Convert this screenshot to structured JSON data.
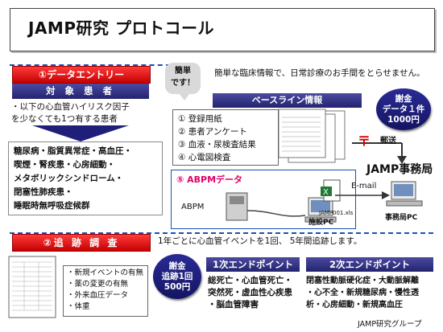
{
  "title": "JAMP研究 プロトコール",
  "section1": {
    "header": "①データエントリー",
    "subheader": "対 象 患 者",
    "criteria": [
      "・以下の心血管ハイリスク因子",
      "を少なくても1つ有する患者"
    ],
    "conditions": [
      "糖尿病・脂質異常症・高血圧・",
      "喫煙・腎疾患・心房細動・",
      "メタボリックシンドローム・",
      "閉塞性肺疾患・",
      "睡眠時無呼吸症候群"
    ]
  },
  "callout_simple": [
    "簡単",
    "です！"
  ],
  "intro_text": "簡単な臨床情報で、日常診療のお手間をとらせません。",
  "baseline": {
    "header": "ベースライン情報",
    "items": [
      "① 登録用紙",
      "② 患者アンケート",
      "③ 血液・尿検査結果",
      "④ 心電図検査"
    ],
    "abpm_item": "⑤ ABPMデータ",
    "abpm_label": "ABPM",
    "facility_pc": "施設PC",
    "file_name": "JAMP001.xls",
    "email_label": "E-mail",
    "office_pc": "事務局PC"
  },
  "reward_baseline": [
    "謝金",
    "データ１件",
    "1000円"
  ],
  "mail": {
    "symbol": "〒",
    "label": "郵送"
  },
  "office_title": "JAMP事務局",
  "section2": {
    "header": "②追 跡 調 査",
    "description": "1年ごとに心血管イベントを1回、 5年間追跡します。",
    "checklist": [
      "・新規イベントの有無",
      "・薬の変更の有無",
      "・外来血圧データ",
      "・体重"
    ],
    "reward": [
      "謝金",
      "追跡1回",
      "500円"
    ],
    "primary_header": "1次エンドポイント",
    "primary_items": [
      "総死亡・心血管死亡・",
      "突然死・虚血性心疾患",
      "・脳血管障害"
    ],
    "secondary_header": "2次エンドポイント",
    "secondary_items": [
      "閉塞性動脈硬化症・大動脈解離",
      "・心不全・新規糖尿病・慢性透",
      "析・心房細動・新規高血圧"
    ]
  },
  "footer": "JAMP研究グループ"
}
